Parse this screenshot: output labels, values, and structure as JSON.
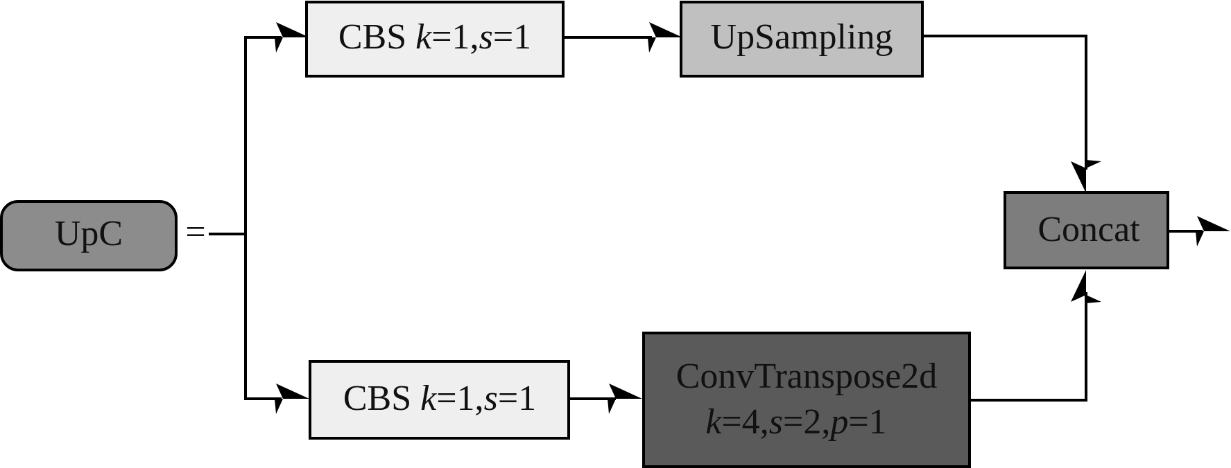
{
  "diagram": {
    "upc": {
      "label": "UpC",
      "fill": "#8c8c8c"
    },
    "equals": "=",
    "cbs_top": {
      "name": "CBS",
      "k_var": "k",
      "k_val": "=1,",
      "s_var": "s",
      "s_val": "=1",
      "fill": "#efefef"
    },
    "upsampling": {
      "label": "UpSampling",
      "fill": "#c0c0c0"
    },
    "concat": {
      "label": "Concat",
      "fill": "#7d7d7d"
    },
    "cbs_bottom": {
      "name": "CBS",
      "k_var": "k",
      "k_val": "=1,",
      "s_var": "s",
      "s_val": "=1",
      "fill": "#efefef"
    },
    "convtranspose": {
      "title": "ConvTranspose2d",
      "k_var": "k",
      "k_val": "=4,",
      "s_var": "s",
      "s_val": "=2,",
      "p_var": "p",
      "p_val": "=1",
      "fill": "#5a5a5a"
    }
  }
}
